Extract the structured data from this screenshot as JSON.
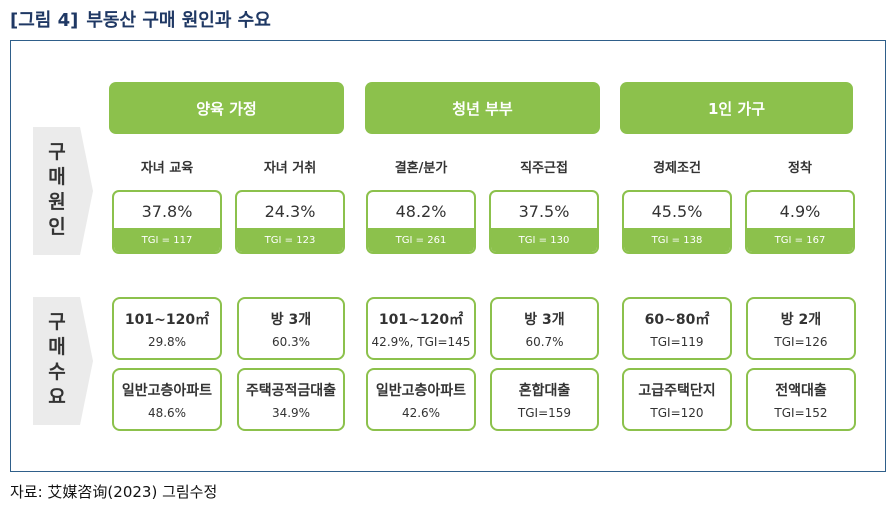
{
  "figure_label": "[그림 4]",
  "title": "부동산 구매 원인과 수요",
  "source": "자료: 艾媒咨询(2023) 그림수정",
  "groups": [
    "양육 가정",
    "청년 부부",
    "1인 가구"
  ],
  "side_labels": {
    "cause": [
      "구",
      "매",
      "원",
      "인"
    ],
    "demand": [
      "구",
      "매",
      "수",
      "요"
    ]
  },
  "causes": [
    {
      "label": "자녀 교육",
      "pct": "37.8%",
      "tgi": "TGI = 117"
    },
    {
      "label": "자녀 거취",
      "pct": "24.3%",
      "tgi": "TGI = 123"
    },
    {
      "label": "결혼/분가",
      "pct": "48.2%",
      "tgi": "TGI = 261"
    },
    {
      "label": "직주근접",
      "pct": "37.5%",
      "tgi": "TGI = 130"
    },
    {
      "label": "경제조건",
      "pct": "45.5%",
      "tgi": "TGI = 138"
    },
    {
      "label": "정착",
      "pct": "4.9%",
      "tgi": "TGI = 167"
    }
  ],
  "demand_row1": [
    {
      "l1": "101~120㎡",
      "l2": "29.8%"
    },
    {
      "l1": "방 3개",
      "l2": "60.3%"
    },
    {
      "l1": "101~120㎡",
      "l2": "42.9%, TGI=145"
    },
    {
      "l1": "방 3개",
      "l2": "60.7%"
    },
    {
      "l1": "60~80㎡",
      "l2": "TGI=119"
    },
    {
      "l1": "방 2개",
      "l2": "TGI=126"
    }
  ],
  "demand_row2": [
    {
      "l1": "일반고층아파트",
      "l2": "48.6%"
    },
    {
      "l1": "주택공적금대출",
      "l2": "34.9%"
    },
    {
      "l1": "일반고층아파트",
      "l2": "42.6%"
    },
    {
      "l1": "혼합대출",
      "l2": "TGI=159"
    },
    {
      "l1": "고급주택단지",
      "l2": "TGI=120"
    },
    {
      "l1": "전액대출",
      "l2": "TGI=152"
    }
  ]
}
